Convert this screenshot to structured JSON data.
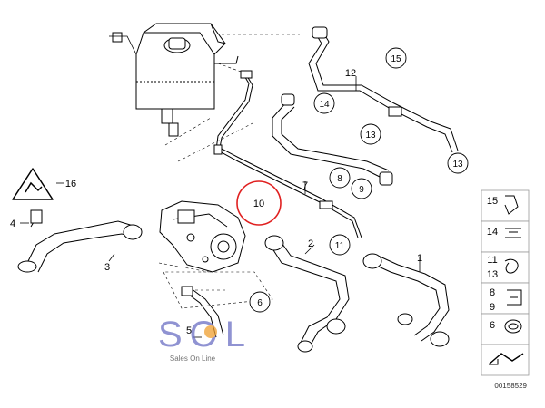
{
  "callouts": {
    "c1": "1",
    "c2": "2",
    "c3": "3",
    "c4": "4",
    "c5": "5",
    "c6": "6",
    "c7": "7",
    "c8": "8",
    "c9": "9",
    "c10": "10",
    "c11": "11",
    "c12": "12",
    "c13a": "13",
    "c13b": "13",
    "c14": "14",
    "c15": "15",
    "c16": "16"
  },
  "legend": {
    "r15": "15",
    "r14": "14",
    "r11": "11",
    "r13": "13",
    "r8": "8",
    "r9": "9",
    "r6": "6"
  },
  "watermark": {
    "logo": "SOL",
    "tagline": "Sales On Line"
  },
  "diagram_id": "00158529",
  "colors": {
    "line": "#000000",
    "highlight": "#e02020",
    "watermark_blue": "#6b6fc4",
    "watermark_orange": "#f0a030"
  }
}
